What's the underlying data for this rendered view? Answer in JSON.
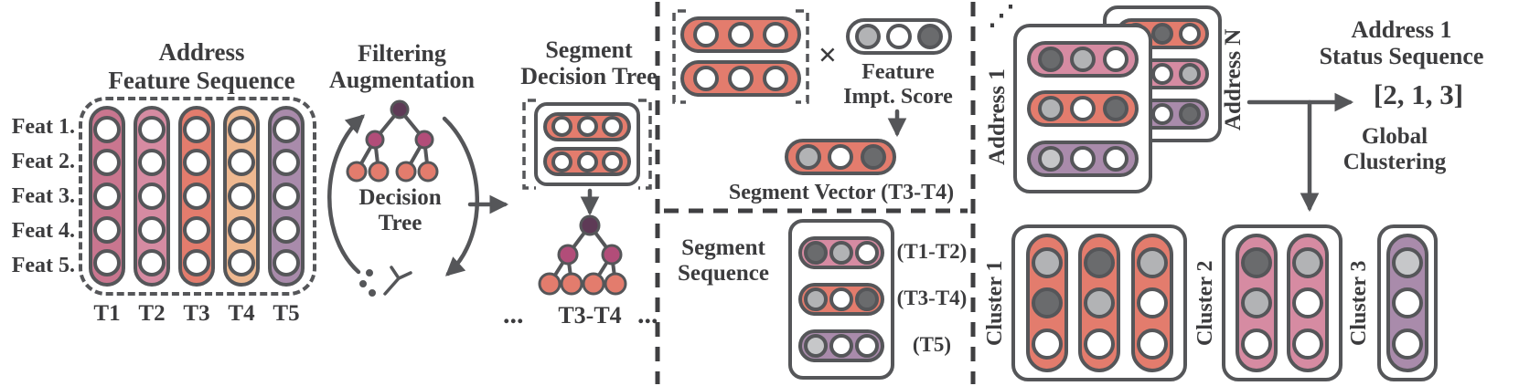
{
  "colors": {
    "outline": "#555659",
    "divider": "#3f3f41",
    "text": "#3c3c3e",
    "white": "#ffffff",
    "gray": "#b2b3b5",
    "dark": "#6a6b6d",
    "lightgray": "#c6c7c9",
    "rose": "#c9768f",
    "pink": "#d68ba2",
    "salmon": "#e37c6d",
    "peach": "#eeb890",
    "mauve": "#a98bab",
    "tree_root": "#5e3a56",
    "tree_mid": "#b24d79",
    "tree_leaf": "#e37c6d"
  },
  "left_panel": {
    "title": "Address\nFeature Sequence",
    "feat_labels": [
      "Feat 1.",
      "Feat 2.",
      "Feat 3.",
      "Feat 4.",
      "Feat 5."
    ],
    "time_labels": [
      "T1",
      "T2",
      "T3",
      "T4",
      "T5"
    ],
    "columns": [
      {
        "color": "rose",
        "circles": [
          "white",
          "white",
          "white",
          "white",
          "white"
        ]
      },
      {
        "color": "pink",
        "circles": [
          "white",
          "white",
          "white",
          "white",
          "white"
        ]
      },
      {
        "color": "salmon",
        "circles": [
          "white",
          "white",
          "white",
          "white",
          "white"
        ]
      },
      {
        "color": "peach",
        "circles": [
          "white",
          "white",
          "white",
          "white",
          "white"
        ]
      },
      {
        "color": "mauve",
        "circles": [
          "white",
          "white",
          "white",
          "white",
          "white"
        ]
      }
    ]
  },
  "filtering": {
    "title": "Filtering\nAugmentation",
    "tree_label": "Decision\nTree"
  },
  "flow": {
    "ellipsis": "..."
  },
  "segment_tree": {
    "title": "Segment\nDecision Tree",
    "capsules": [
      {
        "color": "salmon",
        "circles": [
          "white",
          "white",
          "white"
        ]
      },
      {
        "color": "salmon",
        "circles": [
          "white",
          "white",
          "white"
        ]
      }
    ],
    "range_label": "T3-T4"
  },
  "importance": {
    "pair": [
      {
        "color": "salmon",
        "circles": [
          "white",
          "white",
          "white"
        ]
      },
      {
        "color": "salmon",
        "circles": [
          "white",
          "white",
          "white"
        ]
      }
    ],
    "times": "×",
    "score": [
      {
        "color": "white",
        "circles": [
          "gray",
          "white",
          "dark"
        ]
      }
    ],
    "score_label": "Feature\nImpt. Score",
    "result": [
      {
        "color": "salmon",
        "circles": [
          "gray",
          "white",
          "dark"
        ]
      }
    ],
    "result_label": "Segment Vector (T3-T4)"
  },
  "segment_sequence": {
    "label": "Segment\nSequence",
    "rows": [
      {
        "color": "pink",
        "circles": [
          "dark",
          "gray",
          "white"
        ],
        "tag": "(T1-T2)"
      },
      {
        "color": "salmon",
        "circles": [
          "gray",
          "white",
          "dark"
        ],
        "tag": "(T3-T4)"
      },
      {
        "color": "mauve",
        "circles": [
          "lightgray",
          "white",
          "white"
        ],
        "tag": "(T5)"
      }
    ]
  },
  "addresses": {
    "ellipsis": "⋰",
    "front_label": "Address 1",
    "back_label": "Address N",
    "front_rows": [
      {
        "color": "pink",
        "circles": [
          "dark",
          "gray",
          "white"
        ]
      },
      {
        "color": "salmon",
        "circles": [
          "gray",
          "white",
          "dark"
        ]
      },
      {
        "color": "mauve",
        "circles": [
          "lightgray",
          "white",
          "white"
        ]
      }
    ],
    "back_rows": [
      {
        "color": "salmon",
        "circles": [
          "white",
          "dark",
          "white"
        ]
      },
      {
        "color": "pink",
        "circles": [
          "dark",
          "white",
          "gray"
        ]
      },
      {
        "color": "mauve",
        "circles": [
          "white",
          "white",
          "dark"
        ]
      }
    ]
  },
  "status": {
    "title": "Address 1\nStatus Sequence",
    "value": "[2, 1, 3]",
    "clustering_label": "Global\nClustering"
  },
  "clusters": [
    {
      "label": "Cluster 1",
      "capsules": [
        {
          "color": "salmon",
          "circles": [
            "gray",
            "dark",
            "white"
          ]
        },
        {
          "color": "salmon",
          "circles": [
            "dark",
            "gray",
            "white"
          ]
        },
        {
          "color": "salmon",
          "circles": [
            "gray",
            "white",
            "white"
          ]
        }
      ]
    },
    {
      "label": "Cluster 2",
      "capsules": [
        {
          "color": "pink",
          "circles": [
            "dark",
            "gray",
            "white"
          ]
        },
        {
          "color": "pink",
          "circles": [
            "gray",
            "white",
            "white"
          ]
        }
      ]
    },
    {
      "label": "Cluster 3",
      "capsules": [
        {
          "color": "mauve",
          "circles": [
            "lightgray",
            "white",
            "white"
          ]
        }
      ]
    }
  ]
}
